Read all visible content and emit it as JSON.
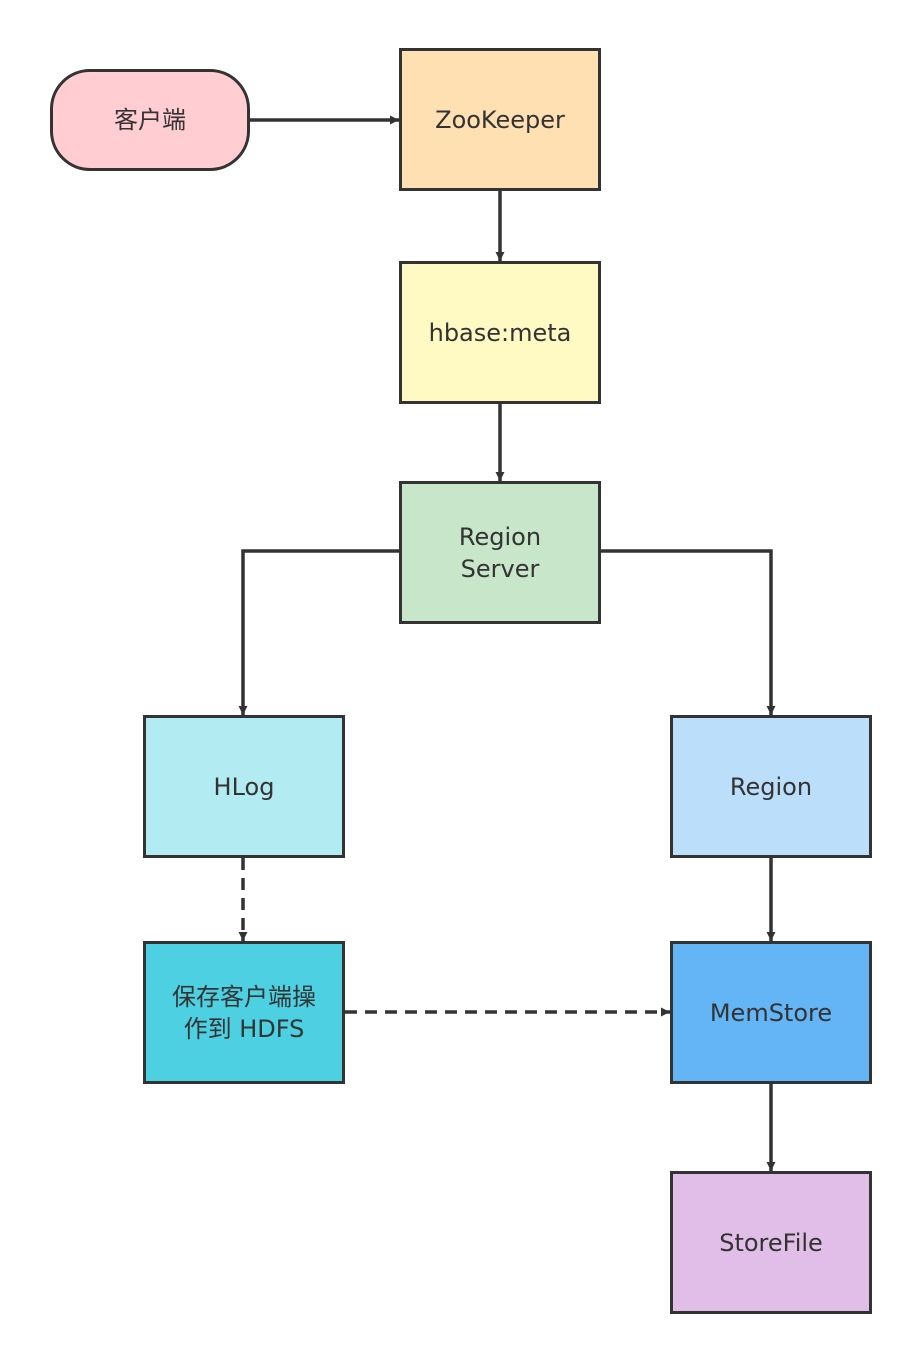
{
  "nodes": {
    "client": {
      "label": "客户端",
      "color": "#FFCDD2"
    },
    "zookeeper": {
      "label": "ZooKeeper",
      "color": "#FFE0B2"
    },
    "meta": {
      "label": "hbase:meta",
      "color": "#FFF9C4"
    },
    "region_server": {
      "label": "Region\nServer",
      "color": "#C8E6C9"
    },
    "hlog": {
      "label": "HLog",
      "color": "#B2EBF2"
    },
    "hdfs": {
      "label": "保存客户端操\n作到 HDFS",
      "color": "#4DD0E1"
    },
    "region": {
      "label": "Region",
      "color": "#BBDEFB"
    },
    "memstore": {
      "label": "MemStore",
      "color": "#64B5F6"
    },
    "storefile": {
      "label": "StoreFile",
      "color": "#E1BEE7"
    }
  },
  "edges": [
    {
      "from": "client",
      "to": "zookeeper",
      "style": "solid"
    },
    {
      "from": "zookeeper",
      "to": "meta",
      "style": "solid"
    },
    {
      "from": "meta",
      "to": "region_server",
      "style": "solid"
    },
    {
      "from": "region_server",
      "to": "hlog",
      "style": "solid"
    },
    {
      "from": "region_server",
      "to": "region",
      "style": "solid"
    },
    {
      "from": "hlog",
      "to": "hdfs",
      "style": "dashed"
    },
    {
      "from": "hdfs",
      "to": "memstore",
      "style": "dashed"
    },
    {
      "from": "region",
      "to": "memstore",
      "style": "solid"
    },
    {
      "from": "memstore",
      "to": "storefile",
      "style": "solid"
    }
  ],
  "stroke_color": "#333333"
}
